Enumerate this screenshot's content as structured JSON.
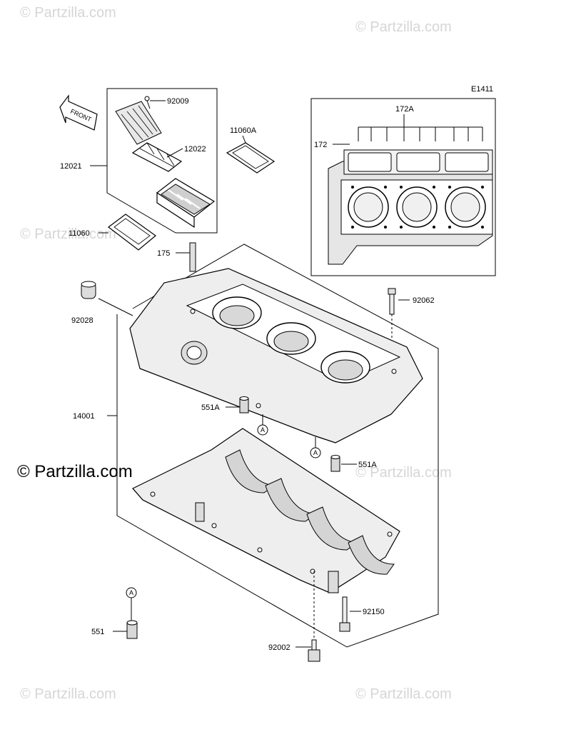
{
  "diagram_code": "E1411",
  "front_arrow_label": "FRONT",
  "circle_ref": "A",
  "part_labels": {
    "p92009": "92009",
    "p12022": "12022",
    "p12021": "12021",
    "p11060A": "11060A",
    "p11060": "11060",
    "p175": "175",
    "p92028": "92028",
    "p92062": "92062",
    "p172A": "172A",
    "p172": "172",
    "p14001": "14001",
    "p551A_upper": "551A",
    "p551A_lower": "551A",
    "p551": "551",
    "p92150": "92150",
    "p92002": "92002"
  },
  "watermarks": {
    "small": "© Partzilla.com",
    "large": "© Partzilla.com"
  }
}
